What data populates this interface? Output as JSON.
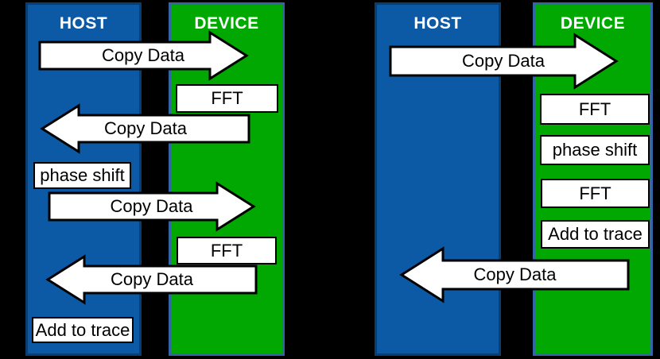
{
  "title": "Host-Device data copy diagrams",
  "colors": {
    "background": "#000000",
    "host_fill": "#0c5aa6",
    "host_border": "#0a3d70",
    "device_fill": "#02a802",
    "device_border": "#3465a4",
    "arrow_fill": "#ffffff",
    "arrow_border": "#000000",
    "box_fill": "#ffffff",
    "box_border": "#000000",
    "header_text": "#ffffff",
    "label_text": "#000000"
  },
  "diagrams": [
    {
      "name": "left",
      "host_label": "HOST",
      "device_label": "DEVICE",
      "steps": [
        {
          "type": "arrow",
          "direction": "host-to-device",
          "label": "Copy Data"
        },
        {
          "type": "box",
          "column": "device",
          "label": "FFT"
        },
        {
          "type": "arrow",
          "direction": "device-to-host",
          "label": "Copy Data"
        },
        {
          "type": "box",
          "column": "host",
          "label": "phase shift"
        },
        {
          "type": "arrow",
          "direction": "host-to-device",
          "label": "Copy Data"
        },
        {
          "type": "box",
          "column": "device",
          "label": "FFT"
        },
        {
          "type": "arrow",
          "direction": "device-to-host",
          "label": "Copy Data"
        },
        {
          "type": "box",
          "column": "host",
          "label": "Add to trace"
        }
      ]
    },
    {
      "name": "right",
      "host_label": "HOST",
      "device_label": "DEVICE",
      "steps": [
        {
          "type": "arrow",
          "direction": "host-to-device",
          "label": "Copy Data"
        },
        {
          "type": "box",
          "column": "device",
          "label": "FFT"
        },
        {
          "type": "box",
          "column": "device",
          "label": "phase shift"
        },
        {
          "type": "box",
          "column": "device",
          "label": "FFT"
        },
        {
          "type": "box",
          "column": "device",
          "label": "Add to trace"
        },
        {
          "type": "arrow",
          "direction": "device-to-host",
          "label": "Copy Data"
        }
      ]
    }
  ]
}
